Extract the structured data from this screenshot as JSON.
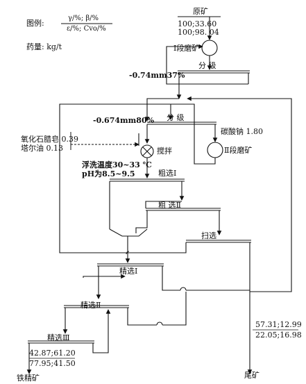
{
  "legend": {
    "label": "图例:",
    "numerator": "γ/%; β/%",
    "denominator": "ε/%; Cvo/%",
    "reagent_unit": "药量: kg/t"
  },
  "feed": {
    "label": "原矿",
    "line1": "100;33.60",
    "line2": "100;98. 04"
  },
  "stages": {
    "grind1": "Ⅰ段磨矿",
    "classify1": "分    级",
    "size1": "-0.74mm37%",
    "classify2": "分    级",
    "size2": "-0.674mm80%",
    "soda": "碳酸钠 1.80",
    "grind2": "Ⅱ段磨矿",
    "reagent1": "氧化石腊皂 0.39",
    "reagent2": "塔尔油 0.13",
    "agitate": "搅拌",
    "temp": "浮洗温度30~33 ℃",
    "ph": "pH为8.5~9.5",
    "rough1": "粗选Ⅰ",
    "rough2": "粗  选Ⅱ",
    "scav": "扫选",
    "clean1": "精选Ⅰ",
    "clean2": "精选Ⅱ",
    "clean3": "精选Ⅲ"
  },
  "concentrate": {
    "line1": "42.87;61.20",
    "line2": "77.95;41.50",
    "label": "铁精矿"
  },
  "tailings": {
    "line1": "57.31;12.99",
    "line2": "22.05;16.98",
    "label": "尾矿"
  }
}
